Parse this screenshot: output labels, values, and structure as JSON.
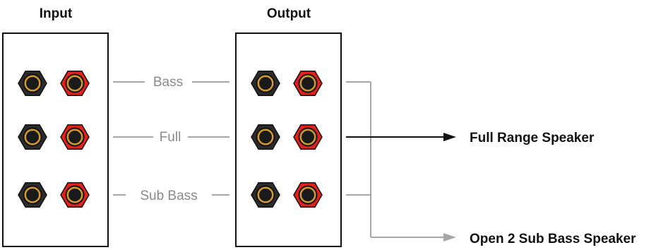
{
  "headings": {
    "input": "Input",
    "output": "Output"
  },
  "routes": [
    {
      "label": "Bass"
    },
    {
      "label": "Full"
    },
    {
      "label": "Sub Bass"
    }
  ],
  "destinations": {
    "full_range": "Full Range Speaker",
    "sub_bass": "Open 2 Sub Bass Speaker"
  },
  "colors": {
    "red_jack": "#e3201b",
    "black_jack": "#2b2b2b",
    "gold_ring": "#c8962a",
    "line_gray": "#a6a6a6",
    "line_black": "#111111"
  }
}
